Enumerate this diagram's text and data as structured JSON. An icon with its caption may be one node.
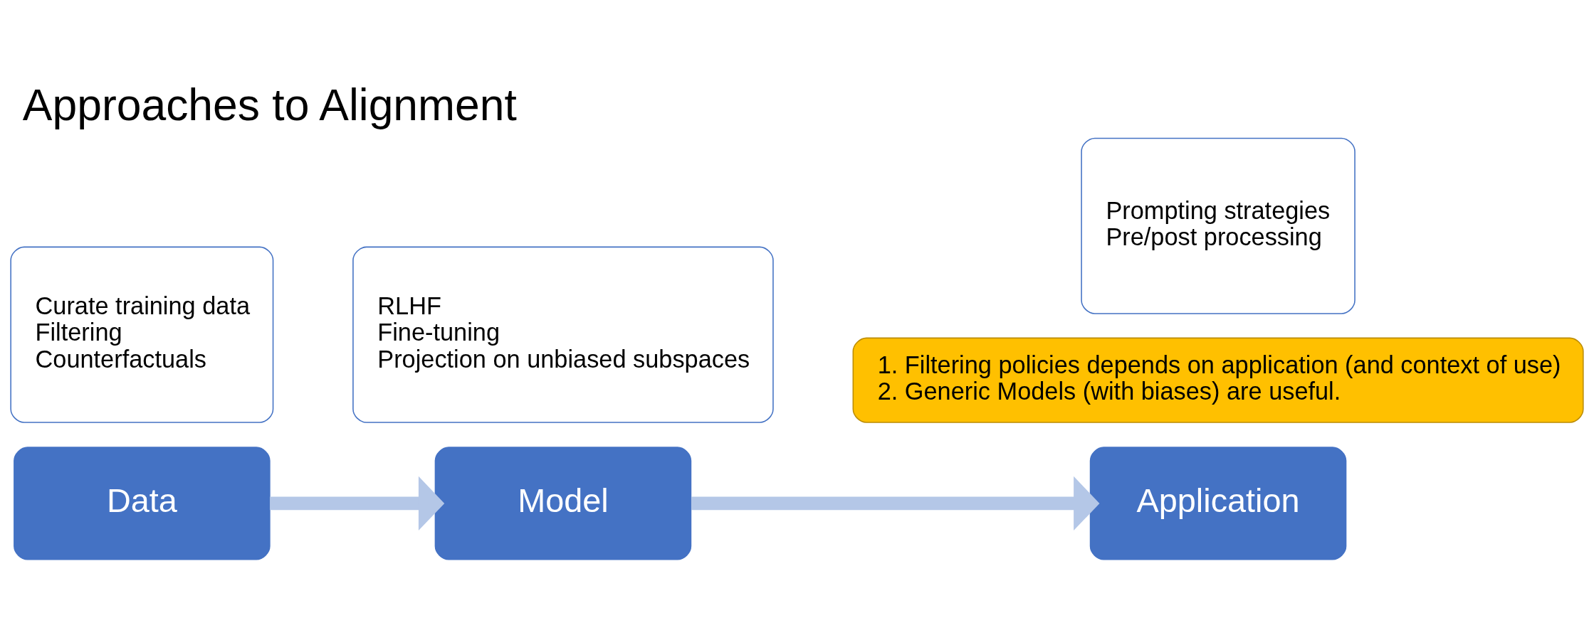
{
  "diagram": {
    "title": "Approaches to Alignment",
    "nodes": [
      {
        "text": [
          "Data"
        ]
      },
      {
        "text": [
          "Curate training data",
          "Filtering",
          "Counterfactuals"
        ]
      },
      {
        "text": [
          "Model"
        ]
      },
      {
        "text": [
          "RLHF",
          "Fine-tuning",
          "Projection on unbiased subspaces"
        ]
      },
      {
        "text": [
          "1. Filtering policies depends on application (and context of use)",
          "2. Generic Models (with biases) are useful."
        ]
      },
      {
        "text": [
          "Application"
        ]
      },
      {
        "text": [
          "Prompting strategies",
          "Pre/post processing"
        ]
      }
    ],
    "edges": [
      {
        "from": 0,
        "to": 2,
        "arrow": "to"
      },
      {
        "from": 2,
        "to": 5,
        "arrow": "to"
      }
    ]
  }
}
